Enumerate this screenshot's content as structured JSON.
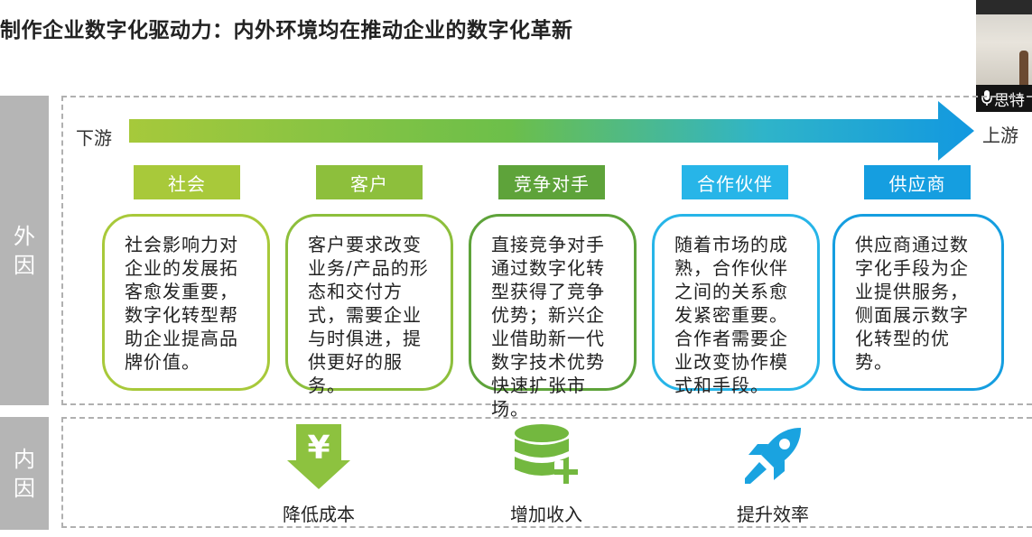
{
  "slide": {
    "title": "制作企业数字化驱动力：内外环境均在推动企业的数字化革新"
  },
  "video": {
    "participant_name": "思特",
    "mic_icon": "mic-icon"
  },
  "side_labels": {
    "outer": "外\n因",
    "inner": "内\n因"
  },
  "arrow": {
    "left_label": "下游",
    "right_label": "上游"
  },
  "outer_factors": [
    {
      "tag": "社会",
      "color": "#a8c93a",
      "text": "社会影响力对企业的发展拓客愈发重要，数字化转型帮助企业提高品牌价值。"
    },
    {
      "tag": "客户",
      "color": "#8dbf3c",
      "text": "客户要求改变业务/产品的形态和交付方式，需要企业与时俱进，提供更好的服务。"
    },
    {
      "tag": "竞争对手",
      "color": "#5ea33a",
      "text": "直接竞争对手通过数字化转型获得了竞争优势；新兴企业借助新一代数字技术优势快速扩张市场。"
    },
    {
      "tag": "合作伙伴",
      "color": "#27b5e8",
      "text": "随着市场的成熟，合作伙伴之间的关系愈发紧密重要。合作者需要企业改变协作模式和手段。"
    },
    {
      "tag": "供应商",
      "color": "#159ee0",
      "text": "供应商通过数字化手段为企业提供服务，侧面展示数字化转型的优势。"
    }
  ],
  "inner_factors": [
    {
      "label": "降低成本",
      "icon": "yen-down-arrow-icon",
      "color": "#8dc23f"
    },
    {
      "label": "增加收入",
      "icon": "database-plus-icon",
      "color": "#73b83f"
    },
    {
      "label": "提升效率",
      "icon": "rocket-icon",
      "color": "#1aa3e0"
    }
  ]
}
